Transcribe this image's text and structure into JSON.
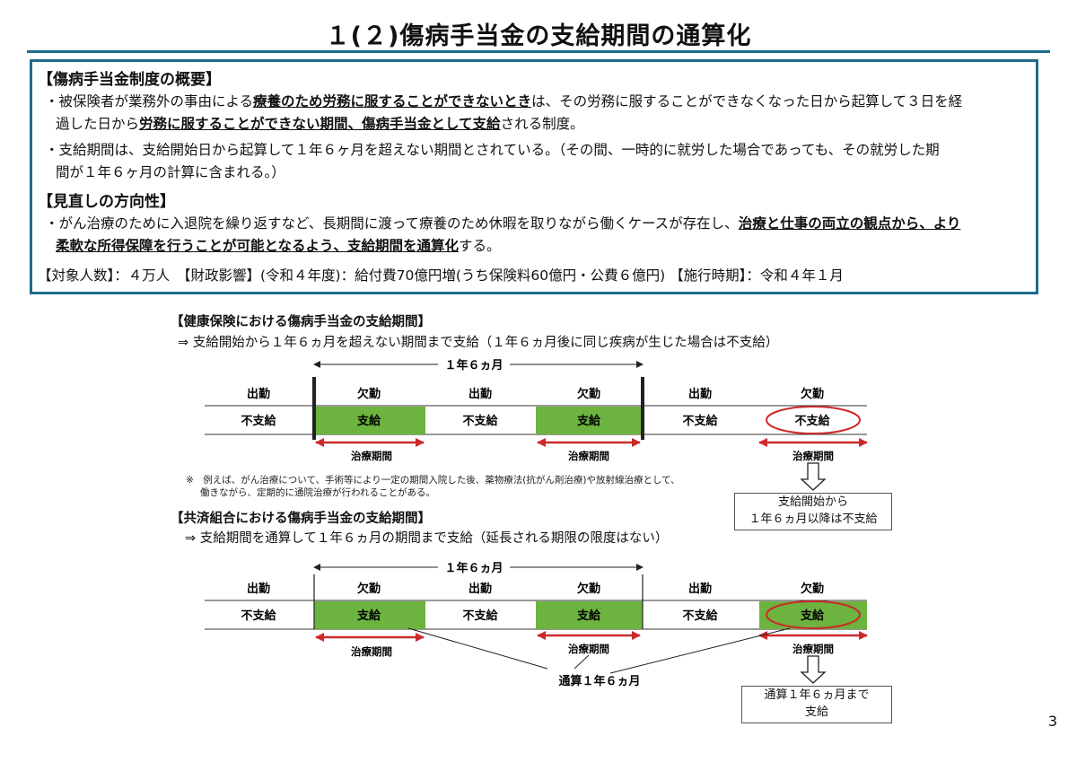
{
  "title": "１(２)傷病手当金の支給期間の通算化",
  "overview": {
    "heading": "【傷病手当金制度の概要】",
    "b1": {
      "s1": "・被保険者が業務外の事由による",
      "s2": "療養のため労務に服することができないとき",
      "s3": "は、その労務に服することができなくなった日から起算して３日を経",
      "s4": "過した日から",
      "s5": "労務に服することができない期間、傷病手当金として支給",
      "s6": "される制度。"
    },
    "b2": {
      "l1": "・支給期間は、支給開始日から起算して１年６ヶ月を超えない期間とされている。（その間、一時的に就労した場合であっても、その就労した期",
      "l2": "間が１年６ヶ月の計算に含まれる。）"
    }
  },
  "direction": {
    "heading": "【見直しの方向性】",
    "s1": "・がん治療のために入退院を繰り返すなど、長期間に渡って療養のため休暇を取りながら働くケースが存在し、",
    "s2": "治療と仕事の両立の観点から、より",
    "s3": "柔軟な所得保障を行うことが可能となるよう、支給期間を通算化",
    "s4": "する。"
  },
  "summary": "【対象人数】：４万人　【財政影響】(令和４年度)：給付費70億円増(うち保険料60億円・公費６億円) 【施行時期】：令和４年１月",
  "kenpo": {
    "heading": "【健康保険における傷病手当金の支給期間】",
    "arrow_text": "⇒ 支給開始から１年６ヵ月を超えない期間まで支給（１年６ヵ月後に同じ疾病が生じた場合は不支給）",
    "period": "１年６ヵ月",
    "top_row": [
      "出勤",
      "欠勤",
      "出勤",
      "欠勤",
      "出勤",
      "欠勤"
    ],
    "bottom_row": [
      "不支給",
      "支給",
      "不支給",
      "支給",
      "不支給",
      "不支給"
    ],
    "treat_label": "治療期間",
    "callout_l1": "支給開始から",
    "callout_l2": "１年６ヵ月以降は不支給"
  },
  "note": {
    "l1": "※　例えば、がん治療について、手術等により一定の期間入院した後、薬物療法(抗がん剤治療)や放射線治療として、",
    "l2": "働きながら、定期的に通院治療が行われることがある。"
  },
  "kyosai": {
    "heading": "【共済組合における傷病手当金の支給期間】",
    "arrow_text": "⇒ 支給期間を通算して１年６ヵ月の期間まで支給（延長される期限の限度はない）",
    "period": "１年６ヵ月",
    "top_row": [
      "出勤",
      "欠勤",
      "出勤",
      "欠勤",
      "出勤",
      "欠勤"
    ],
    "bottom_row": [
      "不支給",
      "支給",
      "不支給",
      "支給",
      "不支給",
      "支給"
    ],
    "treat_label": "治療期間",
    "total_label": "通算１年６ヵ月",
    "callout_l1": "通算１年６ヵ月まで",
    "callout_l2": "支給"
  },
  "page_number": "3",
  "colors": {
    "frame": "#1e6b8a",
    "green": "#6db33f",
    "red": "#cc2a2a"
  }
}
